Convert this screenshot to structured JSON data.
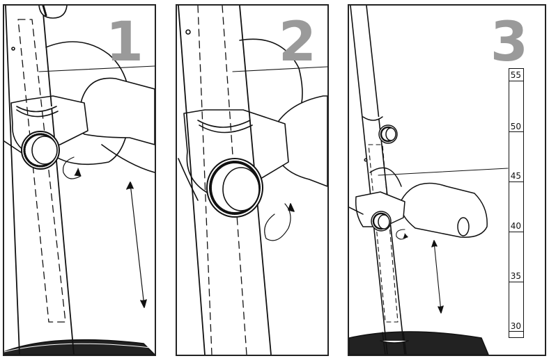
{
  "panels": [
    {
      "step": "1"
    },
    {
      "step": "2"
    },
    {
      "step": "3"
    }
  ],
  "scale": {
    "ticks": [
      "55",
      "50",
      "45",
      "40",
      "35",
      "30"
    ]
  }
}
